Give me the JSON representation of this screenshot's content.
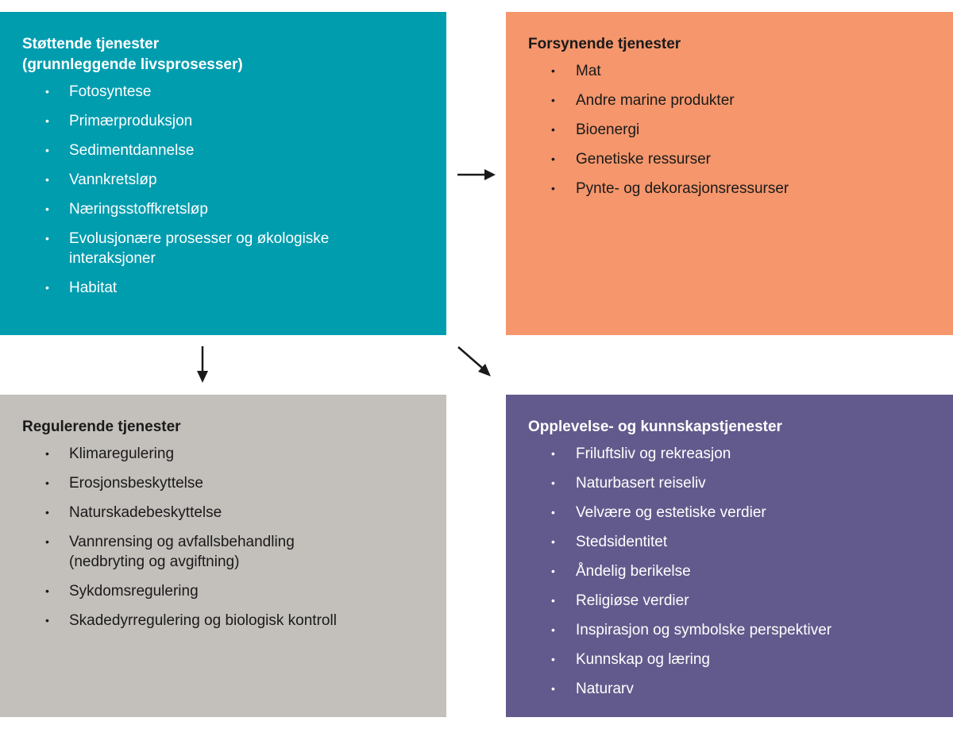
{
  "colors": {
    "supporting": "#009daf",
    "provisioning": "#f5966c",
    "regulating": "#c3bfbb",
    "cultural": "#625a8c",
    "arrow": "#1a1a1a",
    "dark_text": "#1a1a1a",
    "light_text": "#ffffff"
  },
  "boxes": {
    "supporting": {
      "title": "Støttende tjenester\n(grunnleggende livsprosesser)",
      "items": [
        "Fotosyntese",
        "Primærproduksjon",
        "Sedimentdannelse",
        "Vannkretsløp",
        "Næringsstoffkretsløp",
        "Evolusjonære prosesser og økologiske\ninteraksjoner",
        "Habitat"
      ]
    },
    "provisioning": {
      "title": "Forsynende tjenester",
      "items": [
        "Mat",
        "Andre marine produkter",
        "Bioenergi",
        "Genetiske ressurser",
        "Pynte- og dekorasjonsressurser"
      ]
    },
    "regulating": {
      "title": "Regulerende tjenester",
      "items": [
        "Klimaregulering",
        "Erosjonsbeskyttelse",
        "Naturskadebeskyttelse",
        "Vannrensing og avfallsbehandling\n(nedbryting og avgiftning)",
        "Sykdomsregulering",
        "Skadedyrregulering og biologisk kontroll"
      ]
    },
    "cultural": {
      "title": "Opplevelse- og kunnskapstjenester",
      "items": [
        "Friluftsliv og rekreasjon",
        "Naturbasert reiseliv",
        "Velvære og estetiske verdier",
        "Stedsidentitet",
        "Åndelig berikelse",
        "Religiøse verdier",
        "Inspirasjon og symbolske perspektiver",
        "Kunnskap og læring",
        "Naturarv"
      ]
    }
  }
}
